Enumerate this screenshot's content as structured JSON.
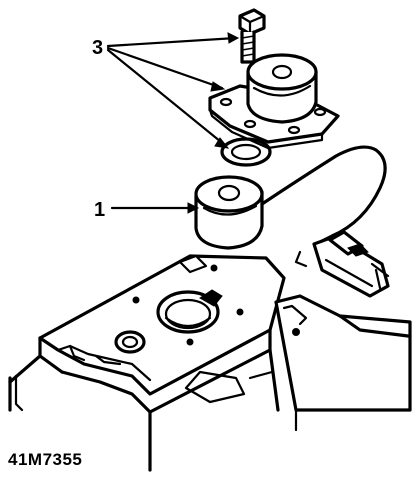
{
  "figure": {
    "id_label": "41M7355"
  },
  "callouts": [
    {
      "number": "3"
    },
    {
      "number": "1"
    }
  ],
  "colors": {
    "ink": "#000000",
    "paper": "#ffffff"
  }
}
